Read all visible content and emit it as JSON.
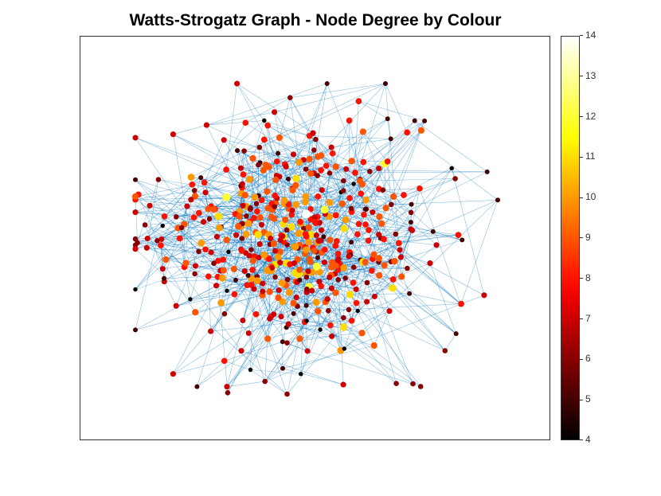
{
  "chart_data": {
    "type": "network",
    "title": "Watts-Strogatz Graph - Node Degree by Colour",
    "node_count": 500,
    "edge_color": "#0072BD",
    "colormap": "hot",
    "colorbar": {
      "min": 4,
      "max": 14,
      "ticks": [
        "4",
        "5",
        "6",
        "7",
        "8",
        "9",
        "10",
        "11",
        "12",
        "13",
        "14"
      ],
      "placement": "right"
    },
    "axes_visible": false,
    "grid": false
  }
}
